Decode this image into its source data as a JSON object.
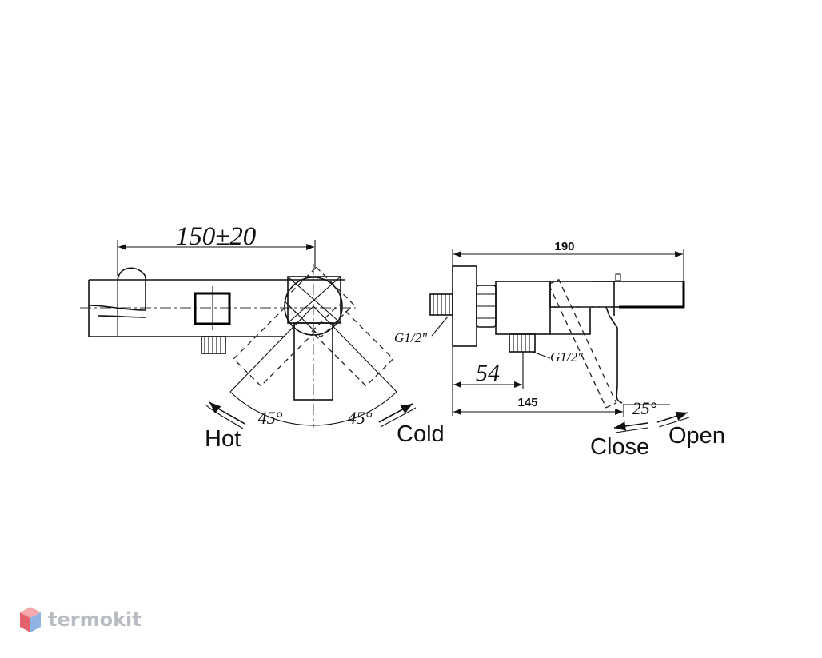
{
  "dimensions": {
    "front_width": "150±20",
    "side_total": "190",
    "side_inlet": "54",
    "side_body": "145",
    "thread_left": "G1/2\"",
    "thread_bottom": "G1/2\""
  },
  "angles": {
    "hot": "45°",
    "cold": "45°",
    "lever": "25°"
  },
  "labels": {
    "hot": "Hot",
    "cold": "Cold",
    "close": "Close",
    "open": "Open"
  },
  "watermark": {
    "text": "termokit",
    "colors": {
      "top": "#f4a9ad",
      "left": "#e2616d",
      "right": "#8fb4e3",
      "text": "#b9bcc2"
    }
  }
}
